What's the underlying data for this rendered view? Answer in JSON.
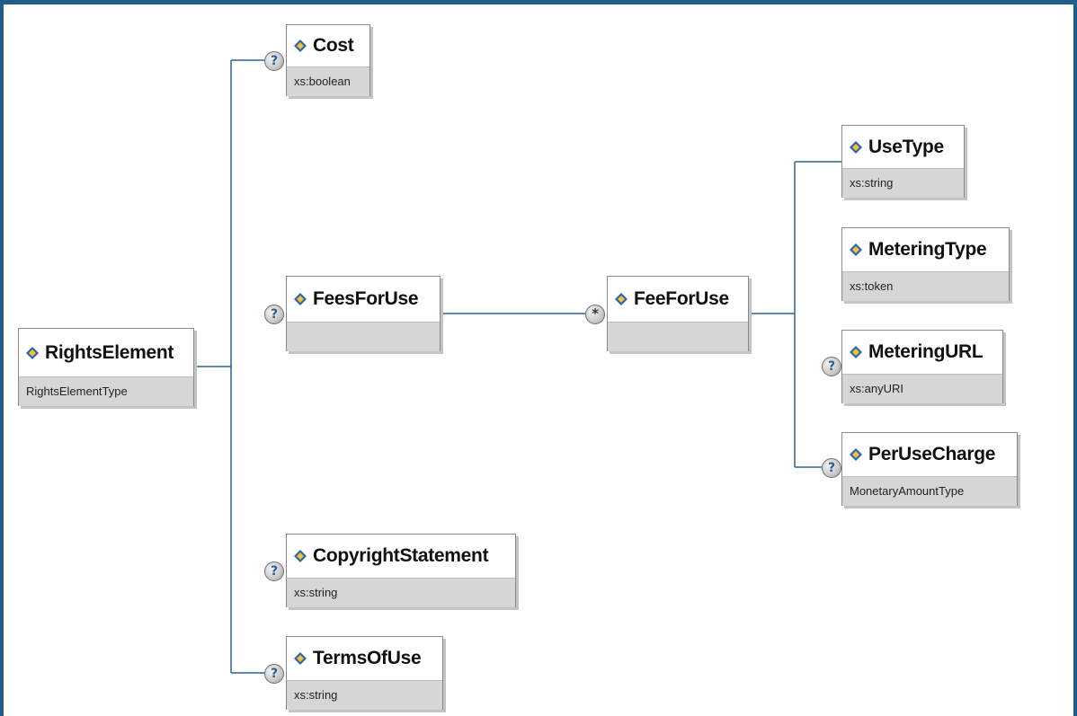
{
  "diagram": {
    "root": {
      "name": "RightsElement",
      "type": "RightsElementType"
    },
    "children": [
      {
        "name": "Cost",
        "type": "xs:boolean",
        "badge": "?"
      },
      {
        "name": "FeesForUse",
        "type": "",
        "badge": "?"
      },
      {
        "name": "CopyrightStatement",
        "type": "xs:string",
        "badge": "?"
      },
      {
        "name": "TermsOfUse",
        "type": "xs:string",
        "badge": "?"
      }
    ],
    "fee_for_use": {
      "name": "FeeForUse",
      "type": "",
      "badge": "*"
    },
    "fee_children": [
      {
        "name": "UseType",
        "type": "xs:string",
        "badge": ""
      },
      {
        "name": "MeteringType",
        "type": "xs:token",
        "badge": ""
      },
      {
        "name": "MeteringURL",
        "type": "xs:anyURI",
        "badge": "?"
      },
      {
        "name": "PerUseCharge",
        "type": "MonetaryAmountType",
        "badge": "?"
      }
    ]
  },
  "colors": {
    "frame": "#1f5d8c",
    "connector": "#2f6494",
    "type_band": "#d6d6d6",
    "icon_blue": "#2d64b0",
    "icon_yellow": "#f2c230"
  }
}
